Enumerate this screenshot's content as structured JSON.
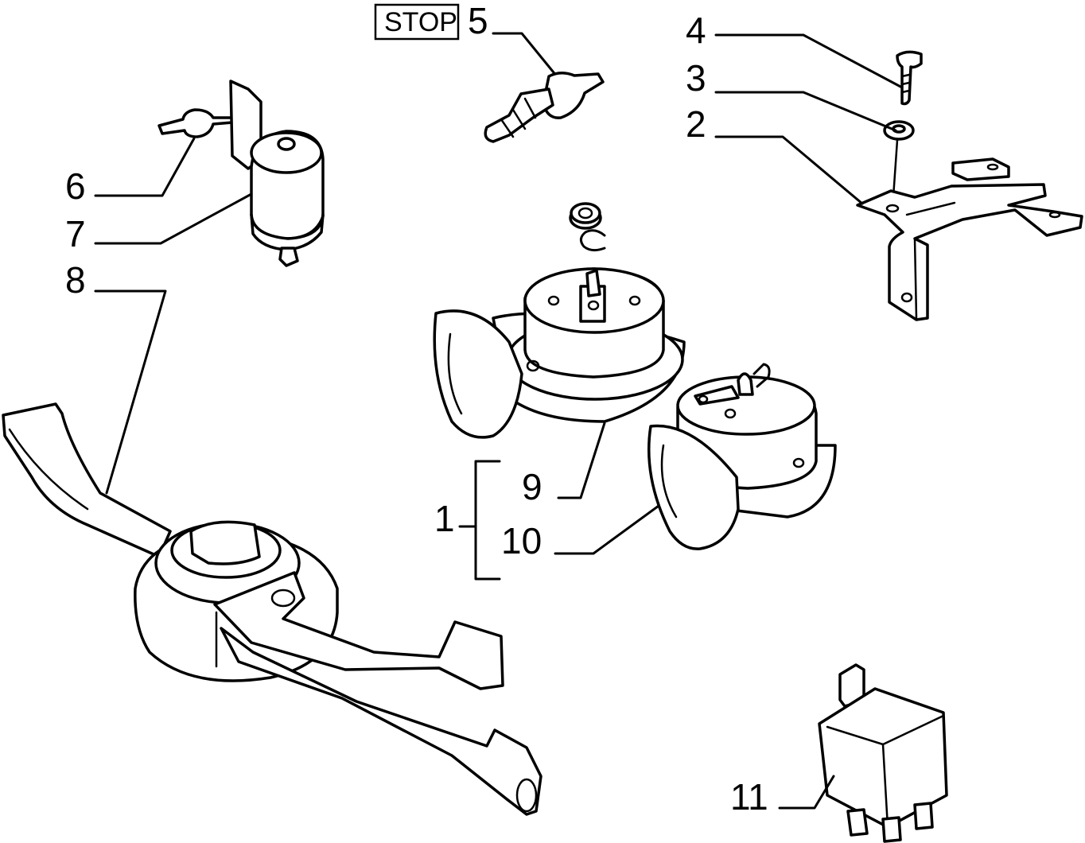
{
  "diagram": {
    "stop_badge": "STOP",
    "callouts": [
      {
        "id": "1",
        "label": "1"
      },
      {
        "id": "2",
        "label": "2"
      },
      {
        "id": "3",
        "label": "3"
      },
      {
        "id": "4",
        "label": "4"
      },
      {
        "id": "5",
        "label": "5"
      },
      {
        "id": "6",
        "label": "6"
      },
      {
        "id": "7",
        "label": "7"
      },
      {
        "id": "8",
        "label": "8"
      },
      {
        "id": "9",
        "label": "9"
      },
      {
        "id": "10",
        "label": "10"
      },
      {
        "id": "11",
        "label": "11"
      }
    ]
  }
}
